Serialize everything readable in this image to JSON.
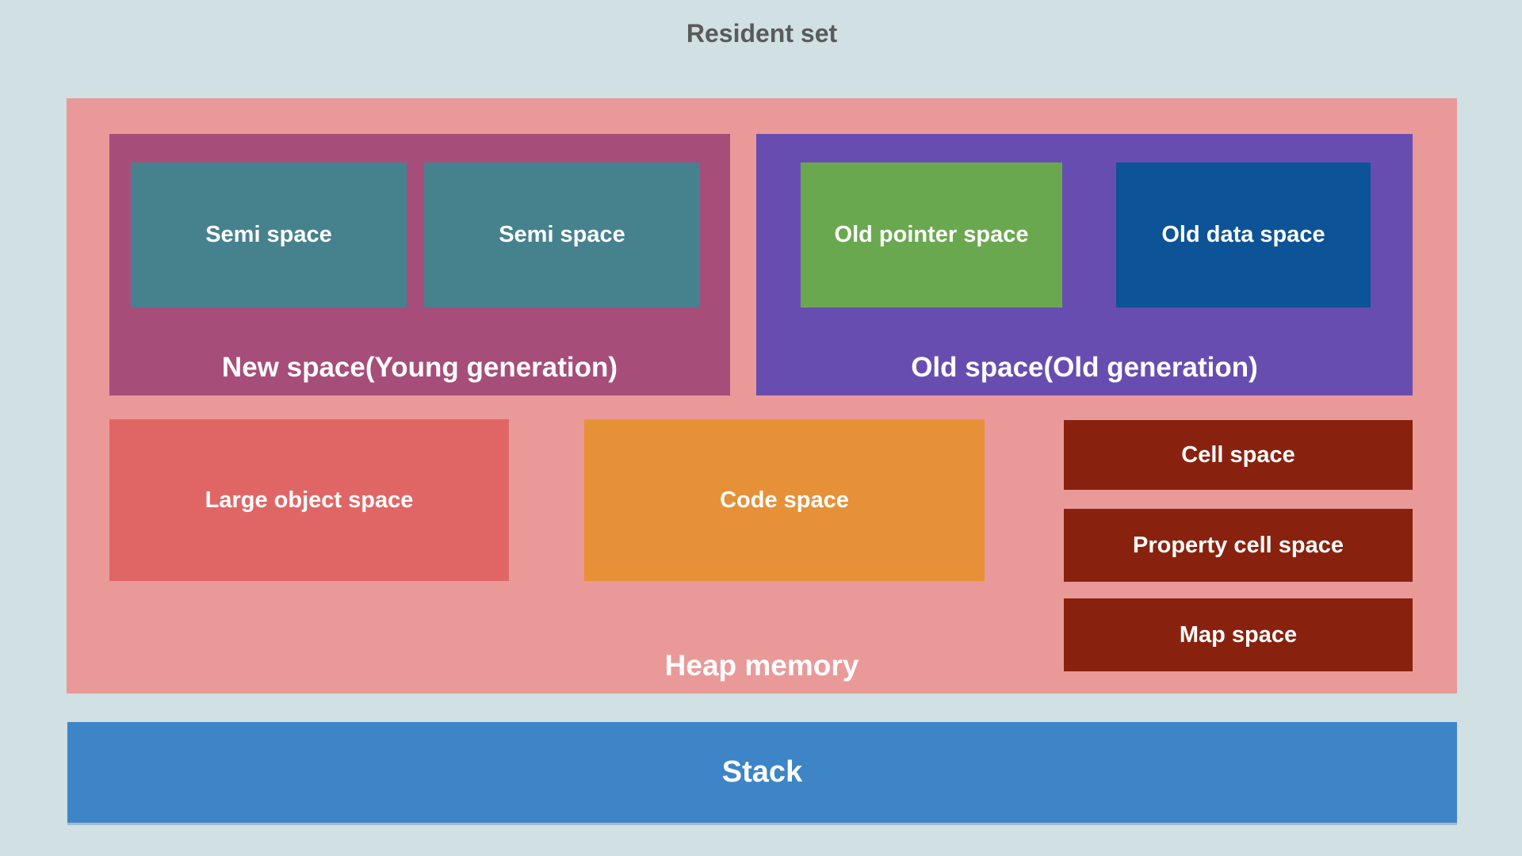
{
  "title": "Resident set",
  "heap": {
    "label": "Heap memory",
    "new_space": {
      "label": "New space(Young generation)",
      "semi_spaces": [
        "Semi space",
        "Semi space"
      ]
    },
    "old_space": {
      "label": "Old space(Old generation)",
      "old_pointer_space": "Old pointer space",
      "old_data_space": "Old data space"
    },
    "large_object_space": "Large object space",
    "code_space": "Code space",
    "cell_space": "Cell space",
    "property_cell_space": "Property cell space",
    "map_space": "Map space"
  },
  "stack": {
    "label": "Stack"
  },
  "colors": {
    "background": "#d0e0e3",
    "title_text": "#5a5a5a",
    "heap": "#ea9999",
    "new_space": "#a64d79",
    "semi_space": "#46818e",
    "old_space": "#684db0",
    "old_pointer_space": "#6aa84f",
    "old_data_space": "#0d5397",
    "large_object_space": "#e06666",
    "code_space": "#e69138",
    "small_red_boxes": "#88220e",
    "stack": "#3d85c6",
    "box_text": "#ffffff"
  }
}
